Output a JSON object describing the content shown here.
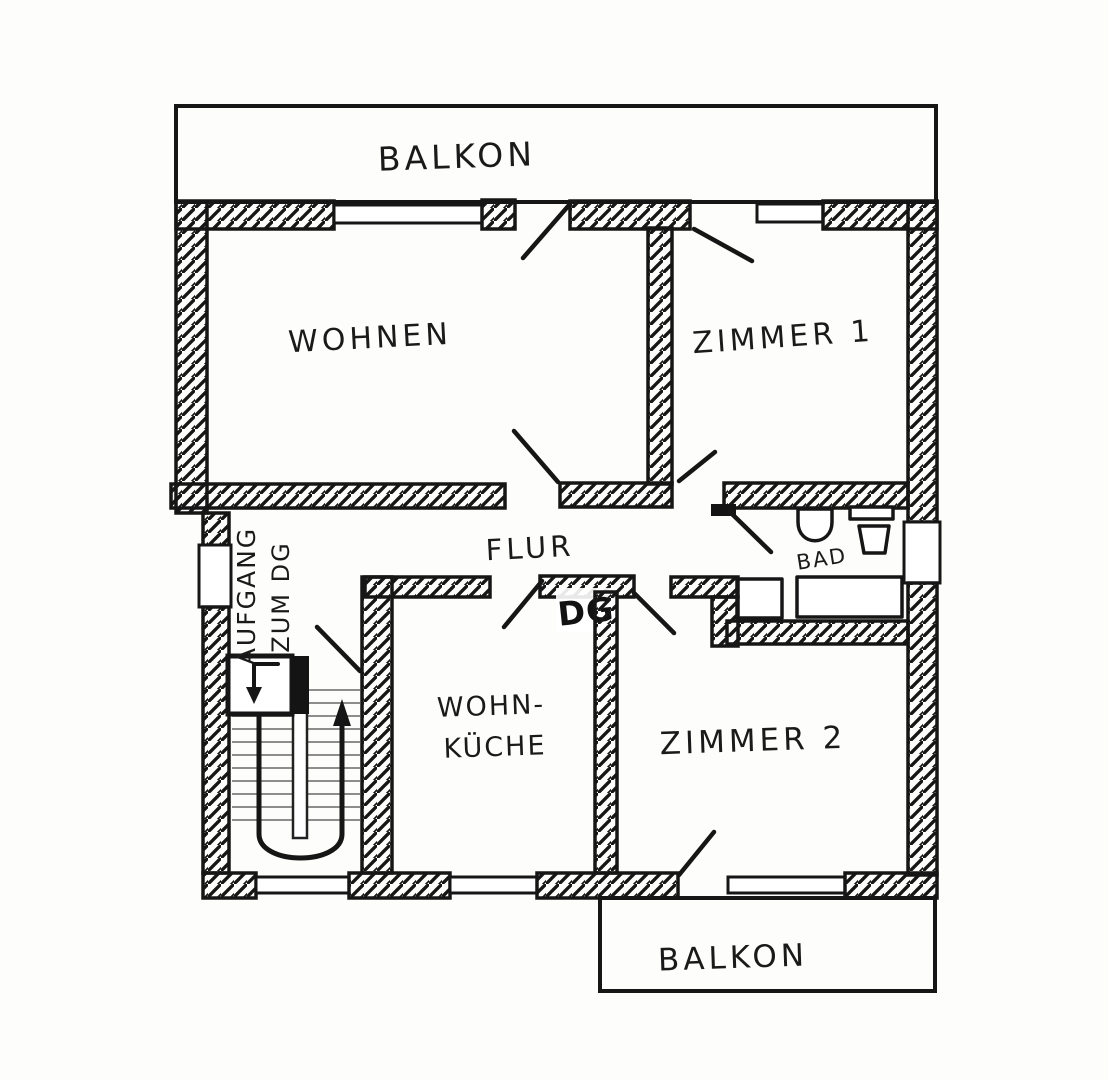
{
  "document": {
    "type": "hand-drawn apartment floor plan sketch",
    "language": "German"
  },
  "colors": {
    "ink": "#1a1a1a",
    "paper": "#fdfdfb"
  },
  "labels": {
    "balkon_top": "BALKON",
    "wohnen": "WOHNEN",
    "zimmer1": "ZIMMER 1",
    "flur": "FLUR",
    "bad": "BAD",
    "dg_door": "DG",
    "wohnkueche_line1": "WOHN-",
    "wohnkueche_line2": "KÜCHE",
    "zimmer2": "ZIMMER 2",
    "balkon_bottom": "BALKON",
    "stairs_line1": "AUFGANG",
    "stairs_line2": "ZUM DG"
  }
}
